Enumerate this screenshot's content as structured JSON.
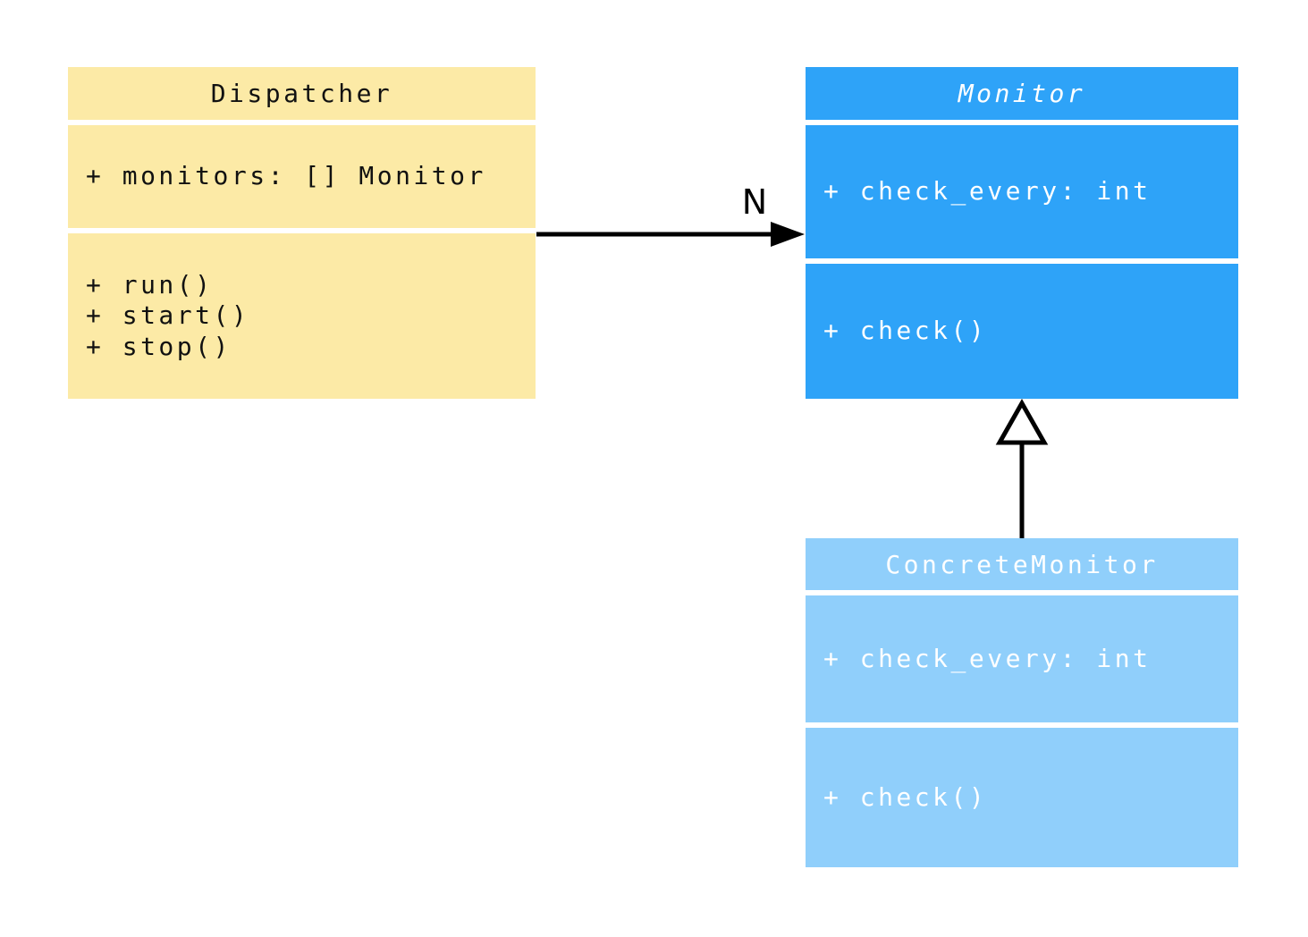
{
  "diagram": {
    "kind": "uml-class-diagram",
    "background_color": "#ffffff",
    "line_color": "#000000",
    "classes": [
      {
        "name": "Dispatcher",
        "stereotype": "class",
        "name_italic": false,
        "fill": "#FCEAA6",
        "text_color": "#111111",
        "attributes": [
          "+ monitors: [] Monitor"
        ],
        "methods": [
          "+ run()",
          "+ start()",
          "+ stop()"
        ]
      },
      {
        "name": "Monitor",
        "stereotype": "abstract-class",
        "name_italic": true,
        "fill": "#2EA3F8",
        "text_color": "#ffffff",
        "attributes": [
          "+ check_every: int"
        ],
        "methods": [
          "+ check()"
        ]
      },
      {
        "name": "ConcreteMonitor",
        "stereotype": "class",
        "name_italic": false,
        "fill": "#90CFFB",
        "text_color": "#ffffff",
        "attributes": [
          "+ check_every: int"
        ],
        "methods": [
          "+ check()"
        ]
      }
    ],
    "relations": [
      {
        "type": "association",
        "from": "Dispatcher",
        "to": "Monitor",
        "label": "N",
        "arrowhead": "filled-triangle",
        "direction": "right"
      },
      {
        "type": "inheritance",
        "from": "ConcreteMonitor",
        "to": "Monitor",
        "label": "",
        "arrowhead": "hollow-triangle",
        "direction": "up"
      }
    ]
  }
}
